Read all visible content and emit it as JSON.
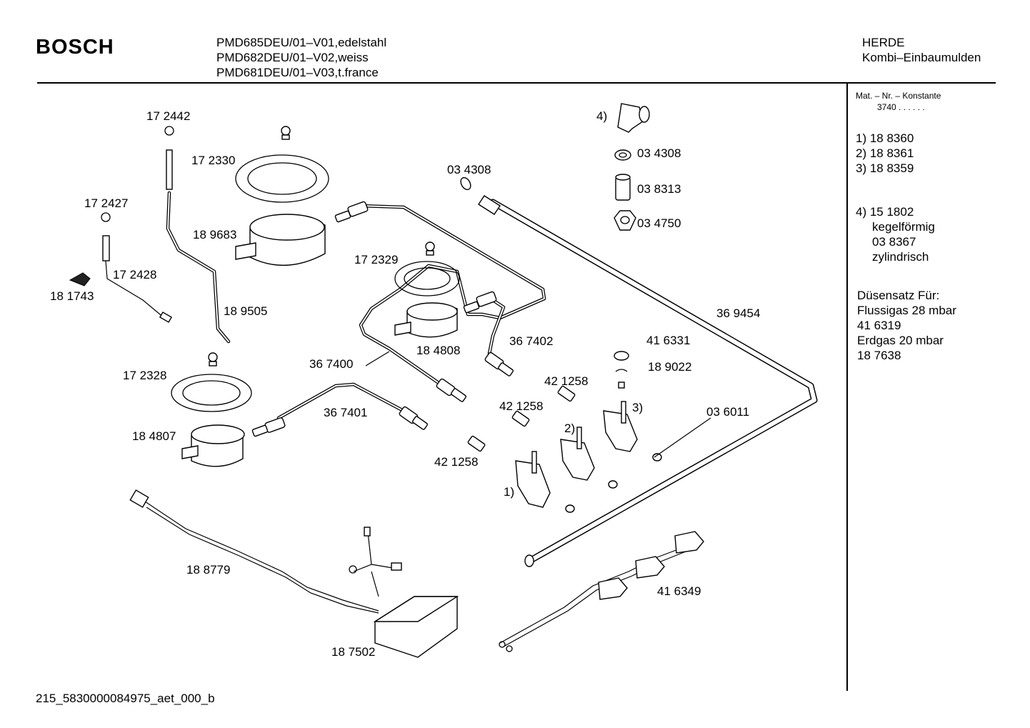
{
  "header": {
    "brand": "BOSCH",
    "models": [
      "PMD685DEU/01–V01,edelstahl",
      "PMD682DEU/01–V02,weiss",
      "PMD681DEU/01–V03,t.france"
    ],
    "category": [
      "HERDE",
      "Kombi–Einbaumulden"
    ]
  },
  "side_panel": {
    "mat_header": "Mat. – Nr. – Konstante",
    "constant": "3740  .  .  .  .  .  .",
    "variants": [
      "1)  18 8360",
      "2)  18 8361",
      "3)  18 8359"
    ],
    "note4": [
      "4)  15 1802",
      "kegelförmig",
      "03 8367",
      "zylindrisch"
    ],
    "nozzle_set": [
      "Düsensatz Für:",
      "Flussigas 28 mbar",
      "41 6319",
      "Erdgas 20 mbar",
      "18 7638"
    ]
  },
  "footer": {
    "doc_id": "215_5830000084975_aet_000_b"
  },
  "part_labels": [
    {
      "id": "p-172442",
      "text": "17 2442"
    },
    {
      "id": "p-172330",
      "text": "17 2330"
    },
    {
      "id": "p-172427",
      "text": "17 2427"
    },
    {
      "id": "p-189683",
      "text": "18 9683"
    },
    {
      "id": "p-172428",
      "text": "17 2428"
    },
    {
      "id": "p-181743",
      "text": "18 1743"
    },
    {
      "id": "p-189505",
      "text": "18 9505"
    },
    {
      "id": "p-172328",
      "text": "17 2328"
    },
    {
      "id": "p-184807",
      "text": "18 4807"
    },
    {
      "id": "p-034308a",
      "text": "03 4308"
    },
    {
      "id": "p-172329",
      "text": "17 2329"
    },
    {
      "id": "p-184808",
      "text": "18 4808"
    },
    {
      "id": "p-367402",
      "text": "36 7402"
    },
    {
      "id": "p-367400",
      "text": "36 7400"
    },
    {
      "id": "p-367401",
      "text": "36 7401"
    },
    {
      "id": "p-4-note",
      "text": "4)"
    },
    {
      "id": "p-034308b",
      "text": "03 4308"
    },
    {
      "id": "p-038313",
      "text": "03 8313"
    },
    {
      "id": "p-034750",
      "text": "03 4750"
    },
    {
      "id": "p-369454",
      "text": "36 9454"
    },
    {
      "id": "p-416331",
      "text": "41 6331"
    },
    {
      "id": "p-189022",
      "text": "18 9022"
    },
    {
      "id": "p-421258a",
      "text": "42 1258"
    },
    {
      "id": "p-421258b",
      "text": "42 1258"
    },
    {
      "id": "p-421258c",
      "text": "42 1258"
    },
    {
      "id": "p-036011",
      "text": "03 6011"
    },
    {
      "id": "p-v3",
      "text": "3)"
    },
    {
      "id": "p-v2",
      "text": "2)"
    },
    {
      "id": "p-v1",
      "text": "1)"
    },
    {
      "id": "p-188779",
      "text": "18 8779"
    },
    {
      "id": "p-187502",
      "text": "18 7502"
    },
    {
      "id": "p-416349",
      "text": "41 6349"
    }
  ]
}
